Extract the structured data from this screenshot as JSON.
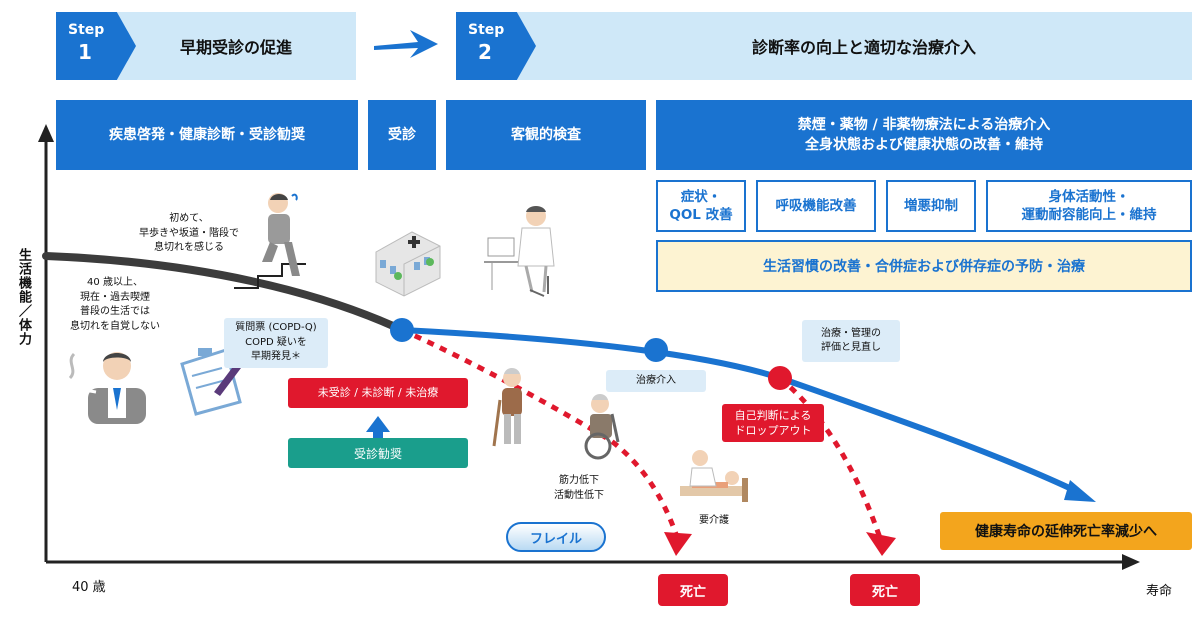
{
  "steps": [
    {
      "tab_word": "Step",
      "tab_num": "1",
      "title": "早期受診の促進"
    },
    {
      "tab_word": "Step",
      "tab_num": "2",
      "title": "診断率の向上と適切な治療介入"
    }
  ],
  "headers": {
    "awareness": "疾患啓発・健康診断・受診勧奨",
    "visit": "受診",
    "exam": "客観的検査",
    "intervention_line1": "禁煙・薬物 / 非薬物療法による治療介入",
    "intervention_line2": "全身状態および健康状態の改善・維持"
  },
  "outcomes": {
    "symptoms_line1": "症状・",
    "symptoms_line2": "QOL 改善",
    "respiratory": "呼吸機能改善",
    "exacerbation": "増悪抑制",
    "activity_line1": "身体活動性・",
    "activity_line2": "運動耐容能向上・維持",
    "lifestyle": "生活習慣の改善・合併症および併存症の予防・治療"
  },
  "notes": {
    "first_time": [
      "初めて、",
      "早歩きや坂道・階段で",
      "息切れを感じる"
    ],
    "smoker": [
      "40 歳以上、",
      "現在・過去喫煙",
      "普段の生活では",
      "息切れを自覚しない"
    ],
    "questionnaire": [
      "質問票 (COPD-Q)",
      "COPD 疑いを",
      "早期発見＊"
    ],
    "untreated": "未受診 / 未診断 / 未治療",
    "encourage": "受診勧奨",
    "treatment": "治療介入",
    "management": [
      "治療・管理の",
      "評価と見直し"
    ],
    "dropout": [
      "自己判断による",
      "ドロップアウト"
    ],
    "muscle": [
      "筋力低下",
      "活動性低下"
    ],
    "care": "要介護",
    "frailty": "フレイル",
    "death1": "死亡",
    "death2": "死亡",
    "final_goal": "健康寿命の延伸死亡率減少へ"
  },
  "axis": {
    "y_label": "生活機能／体力",
    "x_start": "40 歳",
    "x_end": "寿命"
  },
  "colors": {
    "primary_blue": "#1a73d0",
    "light_blue": "#cfe8f8",
    "red": "#e0182d",
    "green": "#1a9e8c",
    "orange": "#f3a51d",
    "curve_dark": "#3c3c3c"
  }
}
